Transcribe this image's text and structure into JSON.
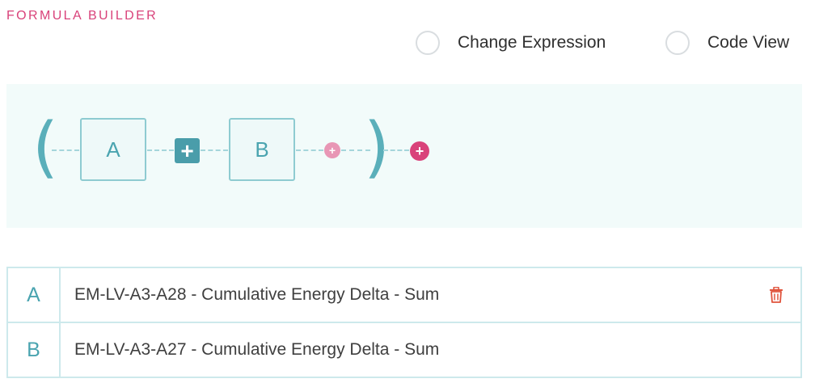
{
  "header": {
    "title": "FORMULA BUILDER"
  },
  "options": [
    {
      "label": "Change Expression",
      "checked": false
    },
    {
      "label": "Code View",
      "checked": false
    }
  ],
  "expression": {
    "open_paren": "(",
    "close_paren": ")",
    "terms": [
      "A",
      "B"
    ],
    "operator": "+",
    "add_symbol": "+"
  },
  "variables": [
    {
      "letter": "A",
      "name": "EM-LV-A3-A28 - Cumulative Energy Delta - Sum",
      "has_delete": true
    },
    {
      "letter": "B",
      "name": "EM-LV-A3-A27 - Cumulative Energy Delta - Sum",
      "has_delete": false
    }
  ],
  "colors": {
    "accent_pink": "#d9427a",
    "accent_teal": "#4a9daa",
    "delete_red": "#e0543d"
  },
  "icons": {
    "delete": "trash-icon",
    "add": "plus-icon"
  }
}
